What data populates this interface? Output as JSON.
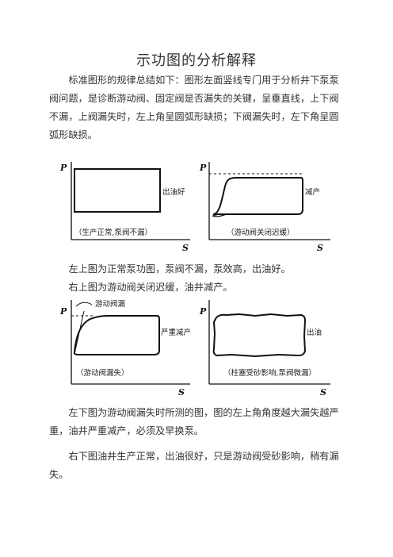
{
  "title": "示功图的分析解释",
  "intro": "标准图形的规律总结如下：图形左面竖线专门用于分析井下泵泵阀问题，是诊断游动阀、固定阀是否漏失的关键，呈垂直线，上下阀不漏，上阀漏失时，左上角呈圆弧形缺损；下阀漏失时，左下角呈圆弧形缺损。",
  "figures": {
    "top_left": {
      "p": "P",
      "s": "S",
      "side_label": "出油好",
      "caption": "（生产正常,泵阀不漏）"
    },
    "top_right": {
      "p": "P",
      "s": "S",
      "side_label": "减产",
      "caption": "（游动阀关闭迟缓）"
    },
    "bottom_left": {
      "p": "P",
      "s": "S",
      "top_label": "游动阀漏",
      "side_label": "严重减产",
      "caption": "（游动阀漏失）"
    },
    "bottom_right": {
      "p": "P",
      "s": "S",
      "side_label": "出油",
      "caption": "（柱塞受砂影响,泵阀微漏）"
    }
  },
  "caption_line1": "左上图为正常泵功图，泵阀不漏，泵效高，出油好。",
  "caption_line2": "右上图为游动阀关闭迟缓，油井减产。",
  "para3": "左下图为游动阀漏失时所测的图，图的左上角角度越大漏失越严重，油井严重减产，必须及早换泵。",
  "para4": "右下图油井生产正常，出油很好，只是游动阀受砂影响，稍有漏失。"
}
